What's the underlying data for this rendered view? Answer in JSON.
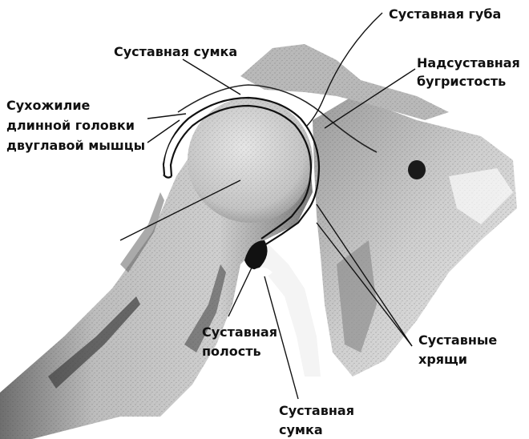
{
  "labels": {
    "labrum": "Суставная губа",
    "capsule_top": "Суставная сумка",
    "supraglenoid_1": "Надсуставная",
    "supraglenoid_2": "бугристость",
    "tendon_1": "Сухожилие",
    "tendon_2": "длинной головки",
    "tendon_3": "двуглавой мышцы",
    "cavity_1": "Суставная",
    "cavity_2": "полость",
    "cartilage_1": "Суставные",
    "cartilage_2": "хрящи",
    "capsule_bottom_1": "Суставная",
    "capsule_bottom_2": "сумка"
  },
  "colors": {
    "ink": "#111111",
    "bone_light": "#d6d6d6",
    "bone_mid": "#a9a9a9",
    "bone_dark": "#5a5a5a",
    "paper": "#ffffff"
  }
}
